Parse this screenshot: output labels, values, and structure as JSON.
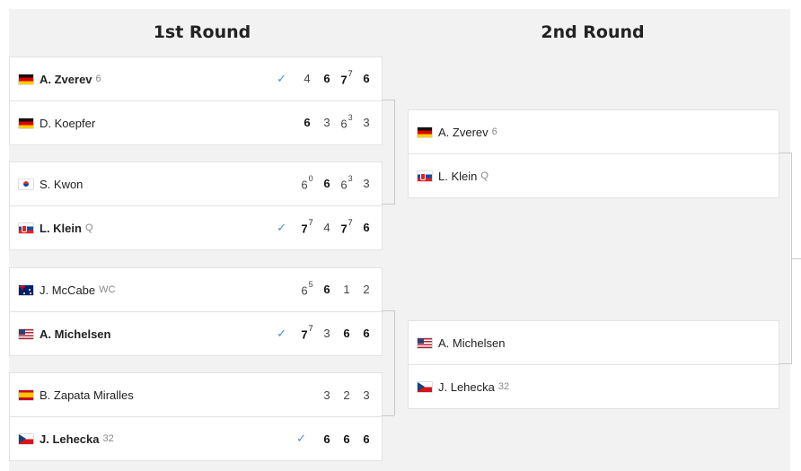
{
  "rounds": [
    "1st Round",
    "2nd Round"
  ],
  "round1": [
    {
      "players": [
        {
          "name": "A. Zverev",
          "seed": "6",
          "flag": "germany-flag",
          "winner": true,
          "scores": [
            {
              "v": "4",
              "w": false,
              "tb": ""
            },
            {
              "v": "6",
              "w": true,
              "tb": ""
            },
            {
              "v": "7",
              "w": true,
              "tb": "7"
            },
            {
              "v": "6",
              "w": true,
              "tb": ""
            }
          ]
        },
        {
          "name": "D. Koepfer",
          "seed": "",
          "flag": "germany-flag",
          "winner": false,
          "scores": [
            {
              "v": "6",
              "w": true,
              "tb": ""
            },
            {
              "v": "3",
              "w": false,
              "tb": ""
            },
            {
              "v": "6",
              "w": false,
              "tb": "3"
            },
            {
              "v": "3",
              "w": false,
              "tb": ""
            }
          ]
        }
      ]
    },
    {
      "players": [
        {
          "name": "S. Kwon",
          "seed": "",
          "flag": "south-korea-flag",
          "winner": false,
          "scores": [
            {
              "v": "6",
              "w": false,
              "tb": "0"
            },
            {
              "v": "6",
              "w": true,
              "tb": ""
            },
            {
              "v": "6",
              "w": false,
              "tb": "3"
            },
            {
              "v": "3",
              "w": false,
              "tb": ""
            }
          ]
        },
        {
          "name": "L. Klein",
          "seed": "Q",
          "flag": "slovakia-flag",
          "winner": true,
          "scores": [
            {
              "v": "7",
              "w": true,
              "tb": "7"
            },
            {
              "v": "4",
              "w": false,
              "tb": ""
            },
            {
              "v": "7",
              "w": true,
              "tb": "7"
            },
            {
              "v": "6",
              "w": true,
              "tb": ""
            }
          ]
        }
      ]
    },
    {
      "players": [
        {
          "name": "J. McCabe",
          "seed": "WC",
          "flag": "australia-flag",
          "winner": false,
          "scores": [
            {
              "v": "6",
              "w": false,
              "tb": "5"
            },
            {
              "v": "6",
              "w": true,
              "tb": ""
            },
            {
              "v": "1",
              "w": false,
              "tb": ""
            },
            {
              "v": "2",
              "w": false,
              "tb": ""
            }
          ]
        },
        {
          "name": "A. Michelsen",
          "seed": "",
          "flag": "usa-flag",
          "winner": true,
          "scores": [
            {
              "v": "7",
              "w": true,
              "tb": "7"
            },
            {
              "v": "3",
              "w": false,
              "tb": ""
            },
            {
              "v": "6",
              "w": true,
              "tb": ""
            },
            {
              "v": "6",
              "w": true,
              "tb": ""
            }
          ]
        }
      ]
    },
    {
      "players": [
        {
          "name": "B. Zapata Miralles",
          "seed": "",
          "flag": "spain-flag",
          "winner": false,
          "scores": [
            {
              "v": "3",
              "w": false,
              "tb": ""
            },
            {
              "v": "2",
              "w": false,
              "tb": ""
            },
            {
              "v": "3",
              "w": false,
              "tb": ""
            }
          ]
        },
        {
          "name": "J. Lehecka",
          "seed": "32",
          "flag": "czech-flag",
          "winner": true,
          "scores": [
            {
              "v": "6",
              "w": true,
              "tb": ""
            },
            {
              "v": "6",
              "w": true,
              "tb": ""
            },
            {
              "v": "6",
              "w": true,
              "tb": ""
            }
          ]
        }
      ]
    }
  ],
  "round2": [
    {
      "players": [
        {
          "name": "A. Zverev",
          "seed": "6",
          "flag": "germany-flag"
        },
        {
          "name": "L. Klein",
          "seed": "Q",
          "flag": "slovakia-flag"
        }
      ]
    },
    {
      "players": [
        {
          "name": "A. Michelsen",
          "seed": "",
          "flag": "usa-flag"
        },
        {
          "name": "J. Lehecka",
          "seed": "32",
          "flag": "czech-flag"
        }
      ]
    }
  ],
  "icons": {
    "winner": "checkmark-icon"
  },
  "colors": {
    "header_bg": "#f2f2f2",
    "check": "#4a90c8",
    "connector": "#c9c9c9"
  }
}
